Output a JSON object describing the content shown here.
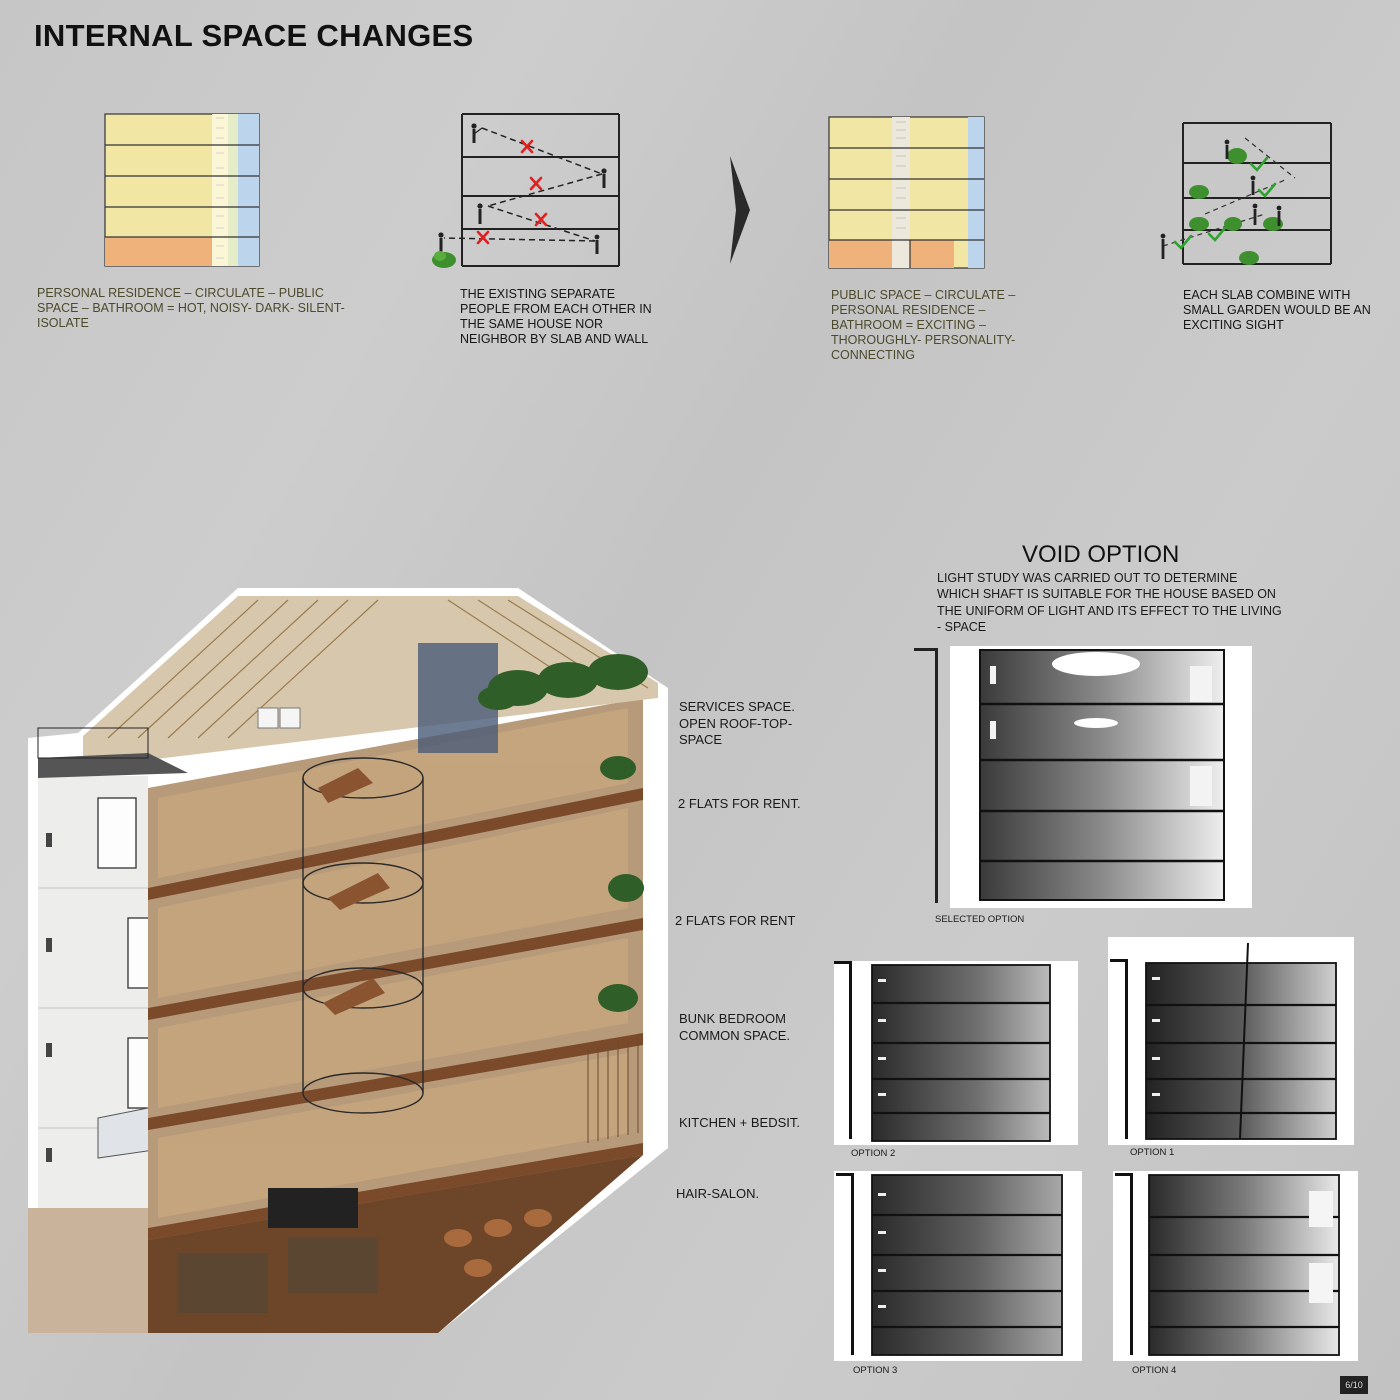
{
  "page": {
    "title": "INTERNAL SPACE CHANGES",
    "page_number": "6/10"
  },
  "before": {
    "zoning_caption": "PERSONAL RESIDENCE – CIRCULATE – PUBLIC SPACE – BATHROOM =  HOT, NOISY- DARK- SILENT- ISOLATE",
    "people_caption": "THE EXISTING SEPARATE PEOPLE FROM EACH OTHER IN THE SAME HOUSE NOR NEIGHBOR BY SLAB AND WALL"
  },
  "after": {
    "zoning_caption": "PUBLIC SPACE – CIRCULATE – PERSONAL RESIDENCE – BATHROOM = EXCITING – THOROUGHLY- PERSONALITY-CONNECTING",
    "garden_caption": "EACH SLAB COMBINE WITH SMALL GARDEN WOULD BE AN EXCITING  SIGHT"
  },
  "section_labels": [
    "SERVICES SPACE. OPEN ROOF-TOP-SPACE",
    "2 FLATS FOR RENT.",
    "2 FLATS FOR RENT",
    "BUNK BEDROOM COMMON SPACE.",
    "KITCHEN +  BEDSIT.",
    "HAIR-SALON."
  ],
  "void": {
    "title": "VOID OPTION",
    "description": "LIGHT STUDY WAS CARRIED OUT TO DETERMINE WHICH SHAFT IS SUITABLE FOR THE HOUSE BASED ON THE UNIFORM OF LIGHT AND ITS EFFECT TO THE LIVING - SPACE",
    "selected_label": "SELECTED OPTION",
    "options": [
      "OPTION 2",
      "OPTION 1",
      "OPTION 3",
      "OPTION 4"
    ]
  },
  "colors": {
    "zone_yellow": "#f1e6a4",
    "zone_orange": "#efb27a",
    "zone_blue": "#bcd4ec",
    "cross_red": "#e02020",
    "check_green": "#2fa12f",
    "wood": "#8a5430"
  }
}
